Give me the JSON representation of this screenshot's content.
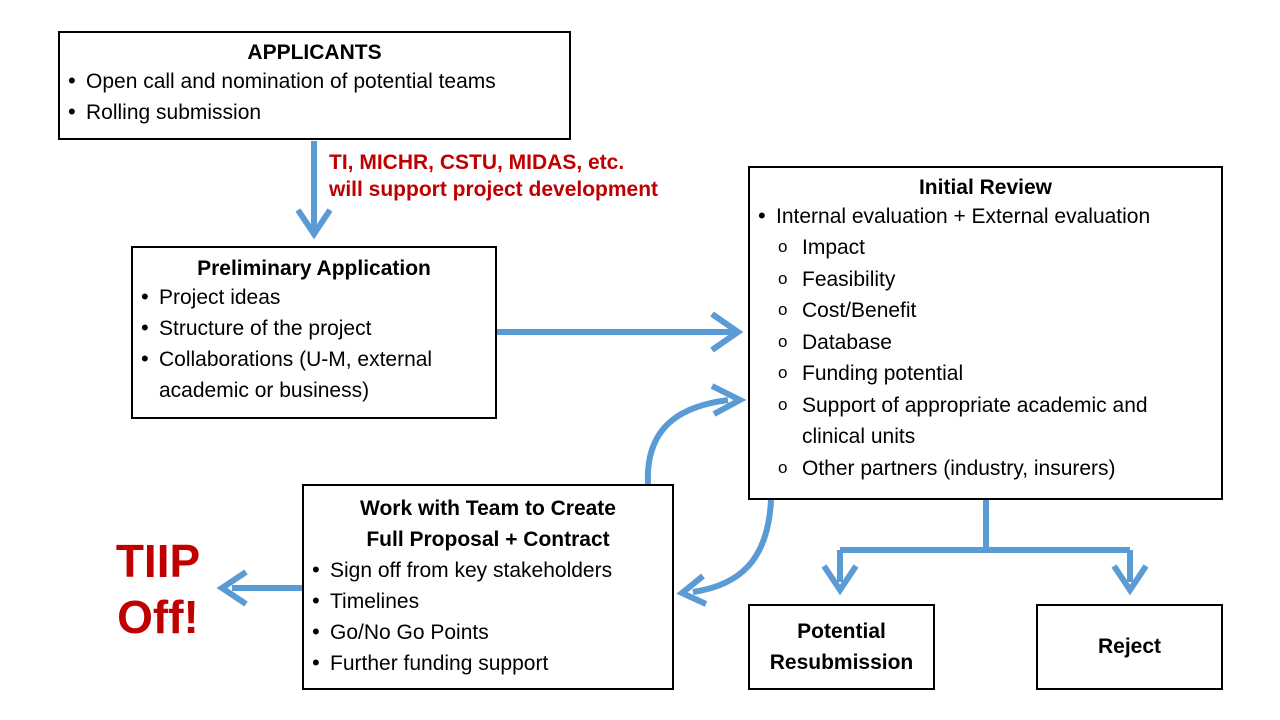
{
  "applicants": {
    "title": "APPLICANTS",
    "items": [
      "Open call and nomination of potential teams",
      "Rolling submission"
    ]
  },
  "support_note": {
    "line1": "TI, MICHR, CSTU, MIDAS, etc.",
    "line2": "will support project development"
  },
  "preliminary": {
    "title": "Preliminary Application",
    "items": [
      "Project ideas",
      "Structure of the project",
      "Collaborations (U-M, external",
      "academic or business)"
    ]
  },
  "initial_review": {
    "title": "Initial Review",
    "main_item": "Internal evaluation + External evaluation",
    "sub_items": [
      "Impact",
      "Feasibility",
      "Cost/Benefit",
      "Database",
      "Funding potential",
      "Support of appropriate academic and",
      "clinical units",
      "Other partners (industry, insurers)"
    ]
  },
  "work_team": {
    "title_line1": "Work with Team to Create",
    "title_line2": "Full Proposal + Contract",
    "items": [
      "Sign off from key stakeholders",
      "Timelines",
      "Go/No Go Points",
      "Further funding support"
    ]
  },
  "tiip": {
    "line1": "TIIP",
    "line2": "Off!"
  },
  "resubmission": {
    "line1": "Potential",
    "line2": "Resubmission"
  },
  "reject": {
    "label": "Reject"
  },
  "colors": {
    "arrow": "#5b9bd5",
    "accent_red": "#c00000"
  }
}
